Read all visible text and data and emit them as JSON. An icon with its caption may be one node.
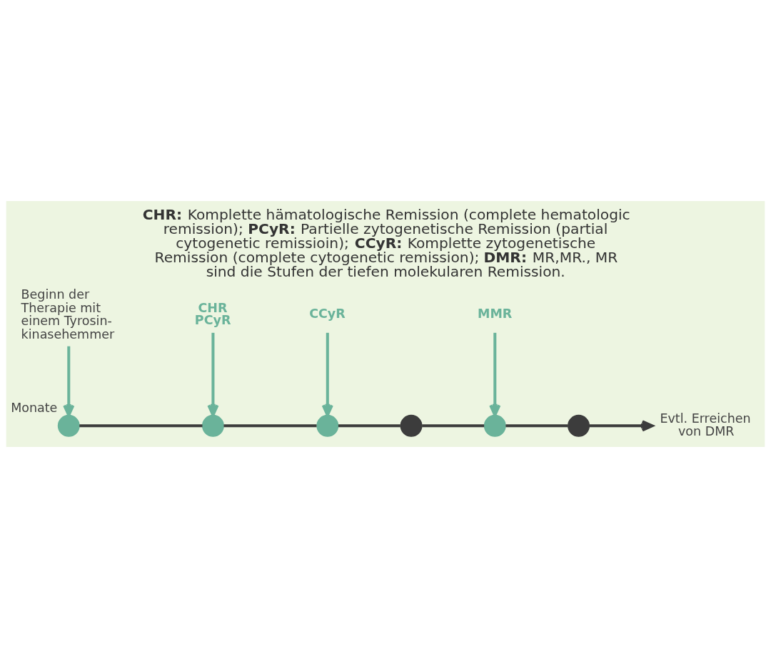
{
  "diagram": {
    "title": "**CHR:** Komplette hämatologische Remission (complete hematologic remission); **PCyR:** Partielle zytogenetische Remission (partial cytogenetic remissioin); **CCyR:** Komplette zytogenetische Remission (complete cytogenetic remission); **DMR:** MR,MR., MR sind die Stufen der tiefen molekularen Remission.",
    "nodes": [
      {
        "text": [
          "Beginn der Therapie mit einem Tyrosin- kinasehemmer"
        ]
      },
      {
        "text": [
          "CHR PCyR"
        ]
      },
      {
        "text": [
          "CCyR"
        ]
      },
      {
        "text": [
          "MMR"
        ]
      },
      {
        "text": [],
        "shape": "circle",
        "beside": [
          "Monate"
        ]
      },
      {
        "text": [],
        "shape": "circle"
      },
      {
        "text": [],
        "shape": "circle"
      },
      {
        "text": [],
        "shape": "circle"
      },
      {
        "text": [],
        "shape": "circle"
      },
      {
        "text": [],
        "shape": "circle"
      },
      {
        "text": [
          "Evtl. Erreichen von DMR"
        ]
      }
    ],
    "edges": [
      {
        "from": 0,
        "to": 4,
        "arrow": "to",
        "color": "#6ab39a"
      },
      {
        "from": 1,
        "to": 5,
        "arrow": "to",
        "color": "#6ab39a"
      },
      {
        "from": 2,
        "to": 6,
        "arrow": "to",
        "color": "#6ab39a"
      },
      {
        "from": 3,
        "to": 8,
        "arrow": "to",
        "color": "#6ab39a"
      },
      {
        "from": 4,
        "to": 5,
        "arrow": "none"
      },
      {
        "from": 5,
        "to": 6,
        "arrow": "none"
      },
      {
        "from": 6,
        "to": 7,
        "arrow": "none"
      },
      {
        "from": 7,
        "to": 8,
        "arrow": "none"
      },
      {
        "from": 8,
        "to": 9,
        "arrow": "none"
      },
      {
        "from": 9,
        "to": 10,
        "arrow": "to"
      }
    ]
  }
}
